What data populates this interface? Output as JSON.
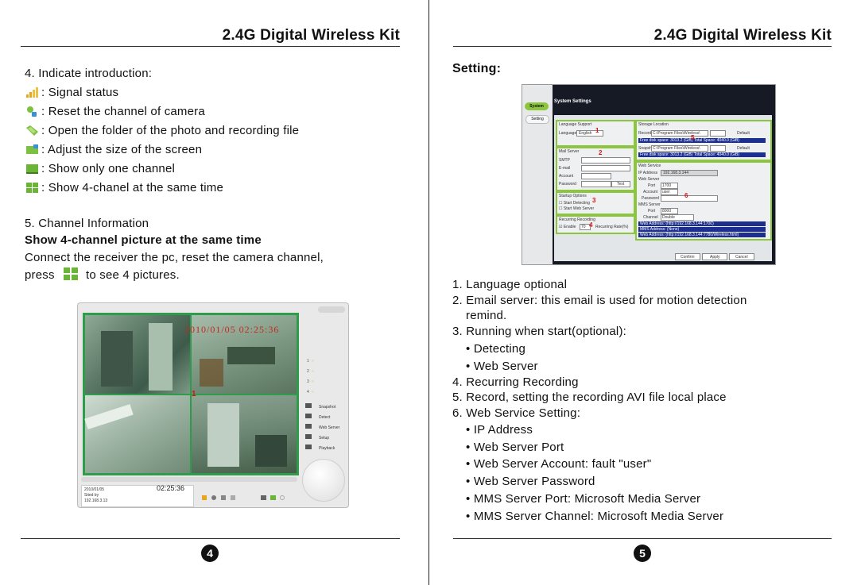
{
  "header": {
    "title_left": "2.4G Digital Wireless Kit",
    "title_right": "2.4G Digital Wireless Kit"
  },
  "left": {
    "section4_title": "4. Indicate introduction:",
    "icons": [
      {
        "icon": "signal-bars-icon",
        "label": ": Signal status"
      },
      {
        "icon": "reset-camera-icon",
        "label": ": Reset the channel of camera"
      },
      {
        "icon": "folder-icon",
        "label": ": Open the folder of the photo and recording file"
      },
      {
        "icon": "screen-size-icon",
        "label": ": Adjust the size of the screen"
      },
      {
        "icon": "single-channel-icon",
        "label": ": Show only one channel"
      },
      {
        "icon": "four-channel-icon",
        "label": ": Show 4-chanel at the same time"
      }
    ],
    "section5_title": "5. Channel Information",
    "section5_subtitle": "Show 4-channel picture at the same time",
    "section5_line1": "Connect the receiver the pc, reset the camera channel,",
    "section5_press": "press",
    "section5_see": "to see 4 pictures.",
    "screenshot": {
      "timestamp_overlay": "2010/01/05 02:25:36",
      "marker": "1",
      "channels": [
        "1",
        "2",
        "3",
        "4"
      ],
      "menu": [
        "Snapshot",
        "Detect",
        "Web Server",
        "Setup",
        "Playback"
      ],
      "status_date": "2010/01/05",
      "status_line2": "Sited by",
      "status_line3": "192.168.3.13",
      "status_time": "02:25:36"
    },
    "page_number": "4"
  },
  "right": {
    "setting_title": "Setting:",
    "dialog": {
      "title": "System Settings",
      "tab_system": "System",
      "tab_setting": "Setting",
      "language_support": "Language Support",
      "language_label": "Language",
      "language_value": "English",
      "mail_server": "Mail Server",
      "smtp": "SMTP",
      "email": "E-mail",
      "account": "Account",
      "password": "Password",
      "test": "Test",
      "startup_options": "Startup Options",
      "start_detecting": "Start Detecting",
      "start_web_server": "Start Web Server",
      "recurring_recording": "Recurring Recording",
      "enable": "Enable",
      "enable_value": "70",
      "recurring_rate": "Recurring Rate(%)",
      "storage_location": "Storage Location",
      "record": "Record",
      "record_path": "C:\\Program Files\\Wireless\\",
      "default": "Default",
      "free_disk_record": "Free disk space: 3013.2 (GiB) Total Space: 4040.0 (GiB)",
      "snapshot": "Snapshot",
      "snapshot_path": "C:\\Program Files\\Wireless\\",
      "free_disk_snapshot": "Free disk space: 3013.2 (GiB) Total Space: 4040.0 (GiB)",
      "web_service": "Web Service",
      "ip_address": "IP Address",
      "ip_value": "192.168.3.144",
      "web_server": "Web Server",
      "port": "Port",
      "port_value": "1700",
      "account_value": "user",
      "mms_server": "MMS Server",
      "mms_port_value": "8000",
      "channel": "Channel",
      "channel_value": "Double",
      "url1": "Web Address: (http://192.168.3.144:1700)",
      "url2": "MMS Address: (None)",
      "url3": "Web Address: (http://192.168.3.144:7780/Wireless.html)",
      "confirm": "Confirm",
      "apply": "Apply",
      "cancel": "Cancel",
      "markers": [
        "1",
        "2",
        "3",
        "4",
        "5",
        "6"
      ]
    },
    "list": [
      "1. Language optional",
      "2. Email server: this email is used for motion detection",
      "remind.",
      "3. Running when start(optional):",
      "• Detecting",
      "• Web Server",
      "4. Recurring Recording",
      "5. Record, setting the recording AVI file local place",
      "6. Web Service Setting:",
      "• IP Address",
      "• Web Server Port",
      "• Web Server Account: fault  \"user\"",
      "• Web Server Password",
      "• MMS Server Port: Microsoft Media Server",
      "• MMS Server Channel: Microsoft Media Server"
    ],
    "page_number": "5"
  }
}
